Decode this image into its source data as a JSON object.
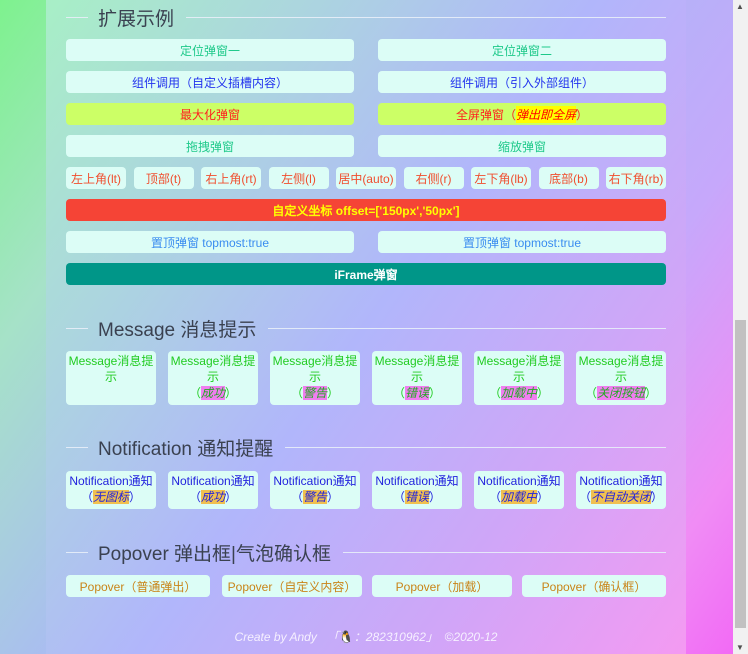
{
  "sections": {
    "extend": "扩展示例",
    "message": "Message 消息提示",
    "notification": "Notification 通知提醒",
    "popover": "Popover 弹出框|气泡确认框"
  },
  "extend": {
    "pos1": "定位弹窗一",
    "pos2": "定位弹窗二",
    "comp1": "组件调用（自定义插槽内容）",
    "comp2": "组件调用（引入外部组件）",
    "max": "最大化弹窗",
    "full_prefix": "全屏弹窗（",
    "full_em": "弹出即全屏",
    "full_suffix": "）",
    "drag": "拖拽弹窗",
    "resize": "缩放弹窗",
    "positions": [
      "左上角(lt)",
      "顶部(t)",
      "右上角(rt)",
      "左侧(l)",
      "居中(auto)",
      "右侧(r)",
      "左下角(lb)",
      "底部(b)",
      "右下角(rb)"
    ],
    "offset": "自定义坐标 offset=['150px','50px']",
    "top1": "置顶弹窗 topmost:true",
    "top2": "置顶弹窗 topmost:true",
    "iframe": "iFrame弹窗"
  },
  "message": {
    "label": "Message消息提示",
    "tags": [
      "",
      "成功",
      "警告",
      "错误",
      "加载中",
      "关闭按钮"
    ]
  },
  "notification": {
    "label": "Notification通知",
    "tags": [
      "无图标",
      "成功",
      "警告",
      "错误",
      "加载中",
      "不自动关闭"
    ]
  },
  "popover": [
    "Popover（普通弹出）",
    "Popover（自定义内容）",
    "Popover（加载）",
    "Popover（确认框）"
  ],
  "footer": {
    "create": "Create by Andy",
    "qq": "282310962",
    "copyright": "©2020-12"
  }
}
